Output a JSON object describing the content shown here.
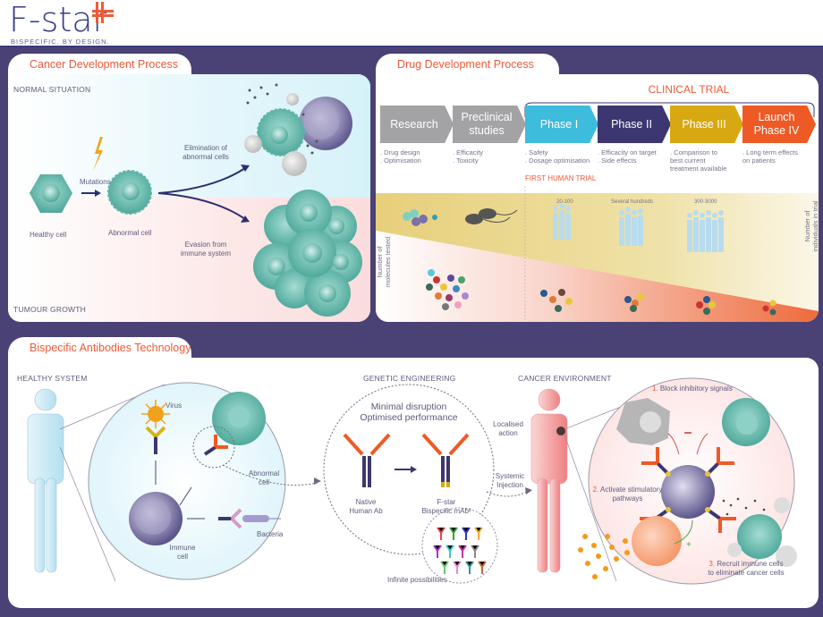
{
  "brand": {
    "name": "F-star",
    "tagline": "BISPECIFIC. BY DESIGN.",
    "accent_color": "#ee5a37",
    "primary_color": "#363c86"
  },
  "cancer_panel": {
    "title": "Cancer Development Process",
    "normal_label": "NORMAL SITUATION",
    "tumour_label": "TUMOUR GROWTH",
    "mutations": "Mutations",
    "healthy_cell": "Healthy cell",
    "abnormal_cell": "Abnormal cell",
    "elimination": [
      "Elimination of",
      "abnormal cells"
    ],
    "evasion": [
      "Evasion from",
      "immune system"
    ]
  },
  "drug_panel": {
    "title": "Drug Development Process",
    "clinical_trial": "CLINICAL TRIAL",
    "first_human_trial": "FIRST HUMAN TRIAL",
    "stages": [
      {
        "label": "Research",
        "label2": "",
        "color": "#a3a3a5",
        "desc": [
          ". Drug design",
          ". Optimisation"
        ]
      },
      {
        "label": "Preclinical",
        "label2": "studies",
        "color": "#a3a3a5",
        "desc": [
          ". Efficacity",
          ". Toxicity"
        ]
      },
      {
        "label": "Phase I",
        "label2": "",
        "color": "#3dbcdc",
        "desc": [
          ". Safety",
          ". Dosage optimisation"
        ]
      },
      {
        "label": "Phase II",
        "label2": "",
        "color": "#3c3770",
        "desc": [
          ". Efficacity on target",
          ". Side effects"
        ]
      },
      {
        "label": "Phase III",
        "label2": "",
        "color": "#d8a812",
        "desc": [
          ". Comparison to",
          "best current",
          "treatment available"
        ]
      },
      {
        "label": "Launch",
        "label2": "Phase IV",
        "color": "#ee5a25",
        "desc": [
          ". Long term effects",
          "on patients"
        ]
      }
    ],
    "trial_sizes": [
      "20-100",
      "Several hundreds",
      "300-3000"
    ],
    "axis_left": [
      "Number of",
      "molecules tested"
    ],
    "axis_right": [
      "Number of",
      "individuals in trial"
    ]
  },
  "antibody_panel": {
    "title": "Bispecific Antibodies Technology",
    "healthy_system": "HEALTHY SYSTEM",
    "genetic_engineering": "GENETIC ENGINEERING",
    "cancer_environment": "CANCER ENVIRONMENT",
    "virus": "Virus",
    "abnormal_cell": [
      "Abnormal",
      "cell"
    ],
    "immune_cell": [
      "Immune",
      "cell"
    ],
    "bacteria": "Bacteria",
    "tagline": [
      "Minimal disruption",
      "Optimised performance"
    ],
    "native_ab": [
      "Native",
      "Human Ab"
    ],
    "fstar_ab": [
      "F-star",
      "Bispecific mAb²"
    ],
    "infinite": "Infinite possibilities",
    "localised_action": [
      "Localised",
      "action"
    ],
    "systemic_injection": [
      "Systemic",
      "Injection"
    ],
    "steps": [
      {
        "num": "1.",
        "text": [
          "Block inhibitory signals"
        ]
      },
      {
        "num": "2.",
        "text": [
          "Activate stimulatory",
          "pathways"
        ]
      },
      {
        "num": "3.",
        "text": [
          "Recruit immune cells",
          "to eliminate cancer cells"
        ]
      }
    ]
  }
}
